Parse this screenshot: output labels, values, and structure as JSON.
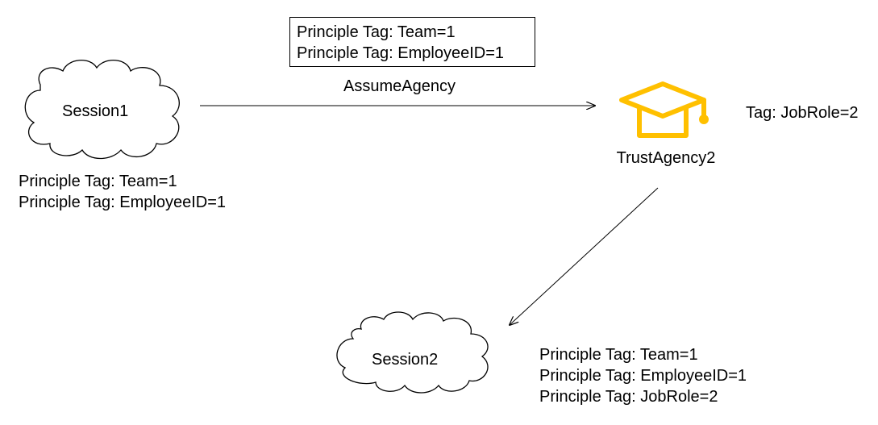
{
  "colors": {
    "agency_icon": "#FFC000",
    "stroke": "#000000",
    "background": "#FFFFFF"
  },
  "assume_box": {
    "lines": [
      "Principle Tag: Team=1",
      "Principle Tag: EmployeeID=1"
    ]
  },
  "assume_label": "AssumeAgency",
  "session1": {
    "label": "Session1",
    "tags": [
      "Principle Tag: Team=1",
      "Principle Tag: EmployeeID=1"
    ]
  },
  "agency": {
    "label": "TrustAgency2",
    "icon": "graduation-cap-icon",
    "tag": "Tag: JobRole=2"
  },
  "session2": {
    "label": "Session2",
    "tags": [
      "Principle Tag: Team=1",
      "Principle Tag: EmployeeID=1",
      "Principle Tag: JobRole=2"
    ]
  }
}
